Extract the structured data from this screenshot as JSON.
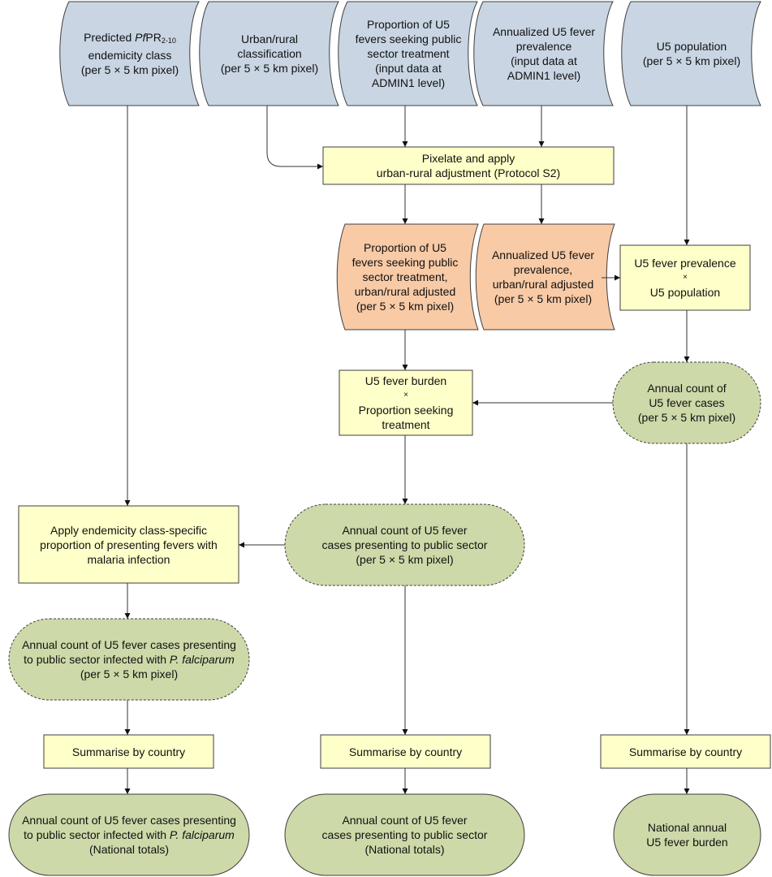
{
  "colors": {
    "input": "#c9d5e3",
    "intermediate": "#f8caa6",
    "process": "#ffffc9",
    "output": "#cdd9a8",
    "line": "#333333"
  },
  "nodes": {
    "in_endemicity": {
      "pre": "Predicted ",
      "italic": "Pf",
      "mid": "PR",
      "sub": "2-10",
      "line2": "endemicity class",
      "line3": "(per 5 × 5 km pixel)"
    },
    "in_urban": {
      "line1": "Urban/rural",
      "line2": "classification",
      "line3": "(per 5 × 5 km pixel)"
    },
    "in_proportion": {
      "line1": "Proportion of U5",
      "line2": "fevers seeking public",
      "line3": "sector treatment",
      "line4": "(input data at",
      "line5": "ADMIN1 level)"
    },
    "in_prevalence": {
      "line1": "Annualized U5 fever",
      "line2": "prevalence",
      "line3": "(input data at",
      "line4": "ADMIN1 level)"
    },
    "in_population": {
      "line1": "U5 population",
      "line2": "(per 5 × 5 km pixel)"
    },
    "pixelate": {
      "line1": "Pixelate and apply",
      "line2": "urban-rural adjustment (Protocol S2)"
    },
    "adj_proportion": {
      "line1": "Proportion of U5",
      "line2": "fevers seeking public",
      "line3": "sector treatment,",
      "line4": "urban/rural adjusted",
      "line5": "(per 5 × 5 km pixel)"
    },
    "adj_prevalence": {
      "line1": "Annualized U5 fever",
      "line2": "prevalence,",
      "line3": "urban/rural adjusted",
      "line4": "(per 5 × 5 km pixel)"
    },
    "prev_x_pop": {
      "line1": "U5 fever prevalence",
      "op": "×",
      "line2": "U5 population"
    },
    "annual_count": {
      "line1": "Annual count of",
      "line2": "U5 fever cases",
      "line3": "(per 5 × 5 km pixel)"
    },
    "burden_x_prop": {
      "line1": "U5 fever burden",
      "op": "×",
      "line2": "Proportion seeking",
      "line3": "treatment"
    },
    "public_count": {
      "line1": "Annual count of U5 fever",
      "line2": "cases presenting to public sector",
      "line3": "(per 5 × 5 km pixel)"
    },
    "apply_class": {
      "line1": "Apply endemicity class-specific",
      "line2": "proportion of presenting fevers with",
      "line3": "malaria infection"
    },
    "pf_count": {
      "line1": "Annual count of U5 fever cases presenting",
      "line2a": "to public sector infected with ",
      "line2b": "P. falciparum",
      "line3": "(per 5 × 5 km pixel)"
    },
    "summ_left": {
      "label": "Summarise by country"
    },
    "summ_mid": {
      "label": "Summarise by country"
    },
    "summ_right": {
      "label": "Summarise by country"
    },
    "nat_pf": {
      "line1": "Annual count of U5 fever cases presenting",
      "line2a": "to public sector infected with ",
      "line2b": "P. falciparum",
      "line3": "(National totals)"
    },
    "nat_public": {
      "line1": "Annual count of U5 fever",
      "line2": "cases presenting to public sector",
      "line3": "(National totals)"
    },
    "nat_burden": {
      "line1": "National annual",
      "line2": "U5 fever burden"
    }
  }
}
